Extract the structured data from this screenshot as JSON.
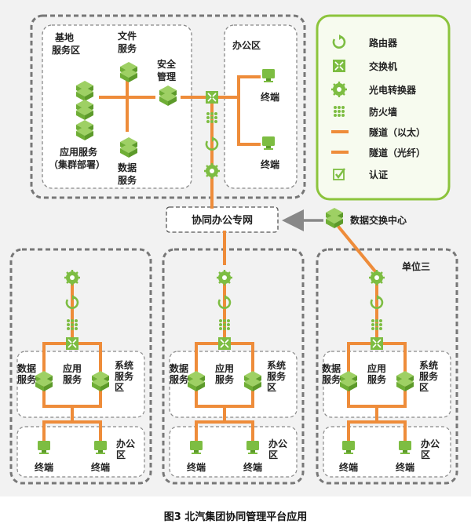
{
  "labels": {
    "base_zone": [
      "基地",
      "服务区"
    ],
    "file_service": [
      "文件",
      "服务"
    ],
    "security": [
      "安全",
      "管理"
    ],
    "app_cluster": [
      "应用服务",
      "（集群部署）"
    ],
    "data_service": [
      "数据",
      "服务"
    ],
    "office_zone": "办公区",
    "terminal": "终端",
    "network": "协同办公专网",
    "exchange_center": "数据交换中心",
    "unit3": "单位三",
    "unit_data_service": [
      "数据",
      "服务"
    ],
    "unit_app_service": [
      "应用",
      "服务"
    ],
    "system_zone": [
      "系统",
      "服务",
      "区"
    ],
    "unit_office": [
      "办公",
      "区"
    ]
  },
  "legend": [
    {
      "icon": "router-icon",
      "label": "路由器"
    },
    {
      "icon": "switch-icon",
      "label": "交换机"
    },
    {
      "icon": "converter-icon",
      "label": "光电转换器"
    },
    {
      "icon": "firewall-icon",
      "label": "防火墙"
    },
    {
      "icon": "tunnel-ethernet-icon",
      "label": "隧道（以太）"
    },
    {
      "icon": "tunnel-fiber-icon",
      "label": "隧道（光纤）"
    },
    {
      "icon": "auth-icon",
      "label": "认证"
    }
  ],
  "caption": "图3  北汽集团协同管理平台应用",
  "colors": {
    "orange": "#ee8c3a",
    "green": "#7dbd42",
    "legend_border": "#8cc43c",
    "legend_bg": "#f7fbef",
    "zone_border": "#777777",
    "arrow": "#888888"
  }
}
